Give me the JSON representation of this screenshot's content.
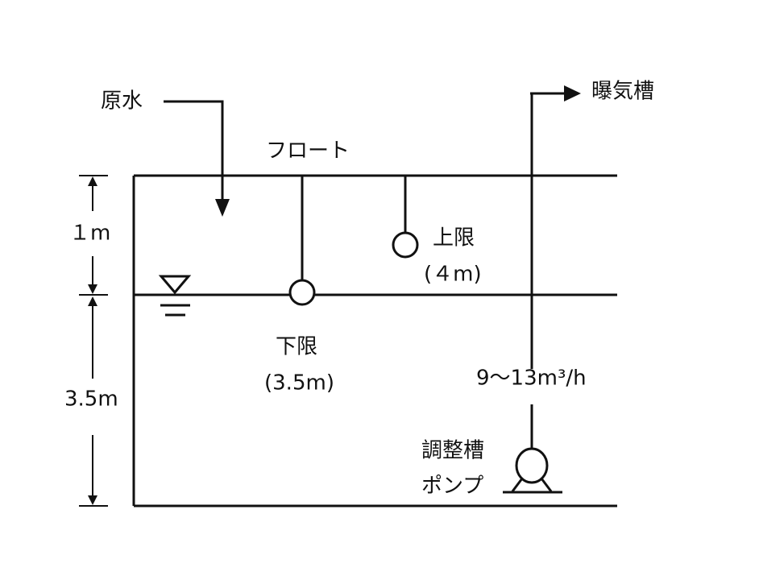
{
  "labels": {
    "raw_water": "原水",
    "aeration_tank": "曝気槽",
    "float": "フロート",
    "upper_limit": "上限",
    "upper_limit_value": "(４m)",
    "lower_limit": "下限",
    "lower_limit_value": "(3.5m)",
    "flow_rate": "9～13m³/h",
    "pump_line1": "調整槽",
    "pump_line2": "ポンプ",
    "dim_top": "１m",
    "dim_bottom": "3.5m"
  }
}
